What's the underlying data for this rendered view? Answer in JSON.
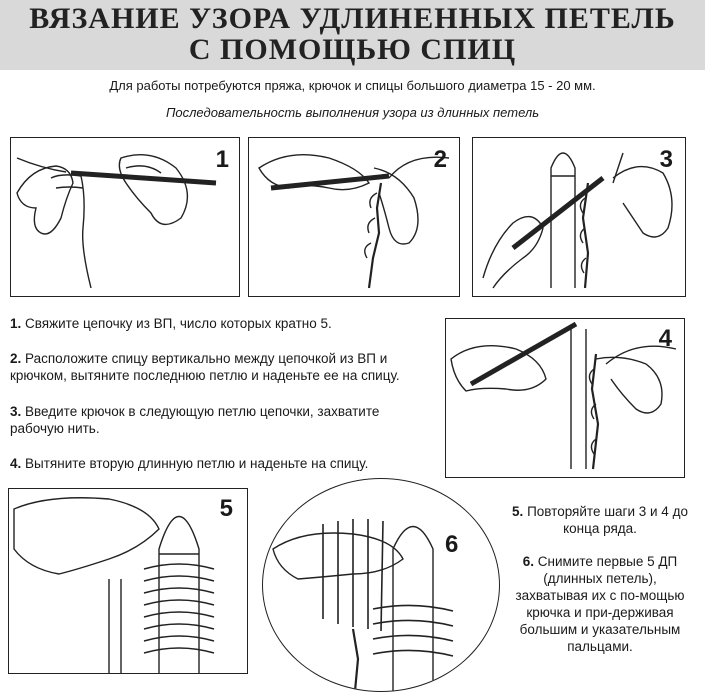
{
  "header": {
    "title_line1": "ВЯЗАНИЕ УЗОРА УДЛИНЕННЫХ ПЕТЕЛЬ",
    "title_line2": "С ПОМОЩЬЮ СПИЦ"
  },
  "intro": "Для работы потребуются пряжа, крючок и спицы большого диаметра 15 - 20 мм.",
  "subtitle": "Последовательность выполнения узора из длинных петель",
  "figures": [
    {
      "number": "1"
    },
    {
      "number": "2"
    },
    {
      "number": "3"
    },
    {
      "number": "4"
    },
    {
      "number": "5"
    },
    {
      "number": "6"
    }
  ],
  "steps": [
    {
      "num": "1.",
      "text": "Свяжите цепочку из ВП, число которых кратно 5."
    },
    {
      "num": "2.",
      "text": "Расположите спицу вертикально между цепочкой из ВП и крючком, вытяните последнюю петлю и наденьте ее на спицу."
    },
    {
      "num": "3.",
      "text": "Введите крючок в следующую петлю цепочки, захватите рабочую нить."
    },
    {
      "num": "4.",
      "text": "Вытяните вторую длинную петлю и наденьте на спицу."
    },
    {
      "num": "5.",
      "text": "Повторяйте шаги 3 и 4 до конца ряда."
    },
    {
      "num": "6.",
      "text": "Снимите первые 5 ДП (длинных петель), захватывая их с по-мощью крючка и при-держивая большим и указательным пальцами."
    }
  ]
}
